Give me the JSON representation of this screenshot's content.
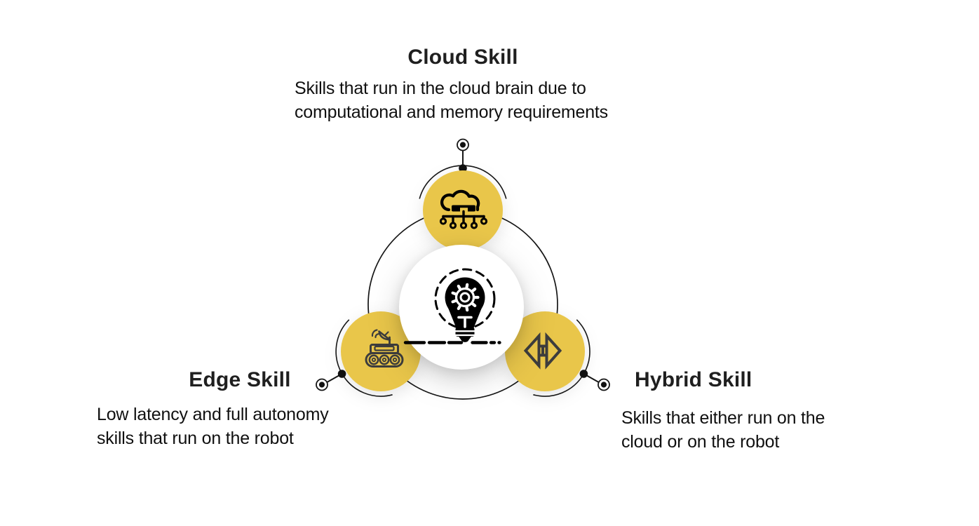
{
  "diagram": {
    "type": "radial-skill-infographic",
    "center": {
      "icon": "idea-lightbulb-gear-icon"
    },
    "colors": {
      "node_fill": "#e9c64a",
      "outline_black": "#161616",
      "icon_black": "#000000",
      "icon_gray": "#3d3d3d",
      "title_text": "#1f1f1f",
      "body_text": "#101010",
      "background": "#ffffff"
    },
    "nodes": [
      {
        "id": "cloud",
        "position": "top",
        "icon": "cloud-network-icon",
        "title": "Cloud Skill",
        "description": "Skills that run in the cloud brain due to\ncomputational and memory requirements"
      },
      {
        "id": "edge",
        "position": "bottom-left",
        "icon": "robot-rover-icon",
        "title": "Edge Skill",
        "description": "Low latency and full autonomy\nskills that run on the robot"
      },
      {
        "id": "hybrid",
        "position": "bottom-right",
        "icon": "swap-arrows-icon",
        "title": "Hybrid Skill",
        "description": "Skills that either run on the\ncloud or on the robot"
      }
    ]
  }
}
